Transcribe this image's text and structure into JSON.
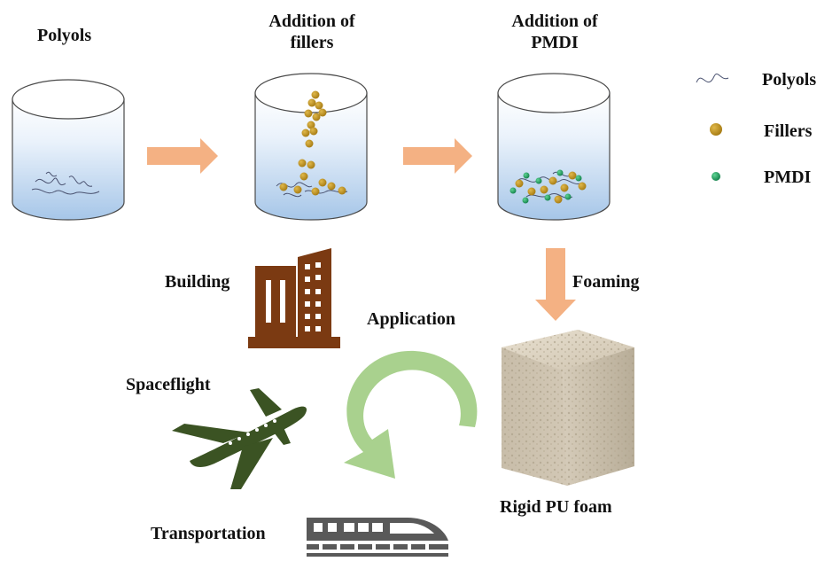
{
  "steps": [
    {
      "label_lines": [
        "Polyols"
      ]
    },
    {
      "label_lines": [
        "Addition of",
        "fillers"
      ]
    },
    {
      "label_lines": [
        "Addition of",
        "PMDI"
      ]
    }
  ],
  "legend": {
    "polyols": "Polyols",
    "fillers": "Fillers",
    "pmdi": "PMDI"
  },
  "process": {
    "foaming": "Foaming",
    "product": "Rigid PU foam",
    "application": "Application"
  },
  "applications": {
    "building": "Building",
    "spaceflight": "Spaceflight",
    "transportation": "Transportation"
  },
  "colors": {
    "arrow": "#f4b183",
    "cycle_arrow": "#a9d18e",
    "filler": "#c09020",
    "pmdi": "#1e9e5a",
    "building": "#7b3a12",
    "plane": "#3b5323",
    "train": "#595959",
    "liquid_top": "#eef4fb",
    "liquid_bottom": "#a9c8ea",
    "foam": "#ddd3c2"
  },
  "icons": [
    "polyol-squiggle-icon",
    "filler-dot-icon",
    "pmdi-dot-icon",
    "building-icon",
    "airplane-icon",
    "train-icon",
    "foam-cube-icon",
    "cycle-arrow-icon"
  ]
}
